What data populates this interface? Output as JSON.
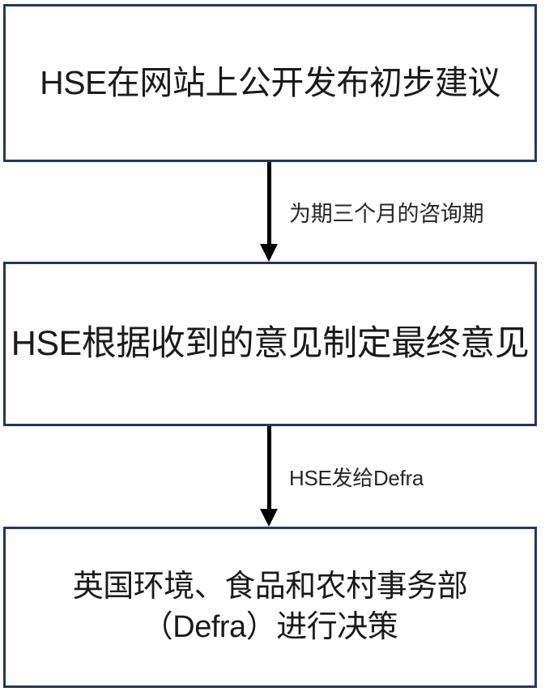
{
  "diagram": {
    "type": "flowchart",
    "orientation": "vertical",
    "background_color": "#ffffff",
    "node_border_color": "#1f3864",
    "node_fill_color": "#ffffff",
    "arrow_color": "#000000",
    "text_color": "#1a1a1a",
    "nodes": [
      {
        "id": "node-1",
        "label": "HSE在网站上公开发布初步建议"
      },
      {
        "id": "node-2",
        "label": "HSE根据收到的意见制定最终意见"
      },
      {
        "id": "node-3",
        "label": "英国环境、食品和农村事务部\n（Defra）进行决策"
      }
    ],
    "edges": [
      {
        "id": "connector-1",
        "from": "node-1",
        "to": "node-2",
        "label": "为期三个月的咨询期"
      },
      {
        "id": "connector-2",
        "from": "node-2",
        "to": "node-3",
        "label": "HSE发给Defra"
      }
    ]
  }
}
